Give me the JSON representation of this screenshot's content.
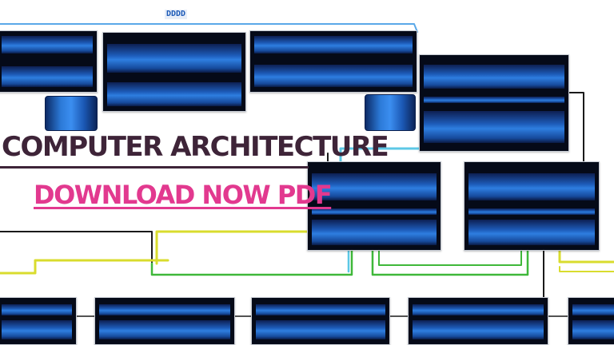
{
  "header": {
    "chip_text": "DDDD"
  },
  "headline": {
    "text": "COMPUTER ARCHITECTURE"
  },
  "cta": {
    "text": "DOWNLOAD NOW PDF"
  },
  "colors": {
    "headline": "#3e2438",
    "cta": "#e2398f",
    "block_dark": "#050a18",
    "block_blue": "#2e7ee0",
    "wire_black": "#1a1a1a",
    "wire_yellow": "#d9dc2e",
    "wire_green": "#3fb83a",
    "wire_cyan": "#5cc8e6",
    "wire_blue": "#5aa8e8"
  }
}
